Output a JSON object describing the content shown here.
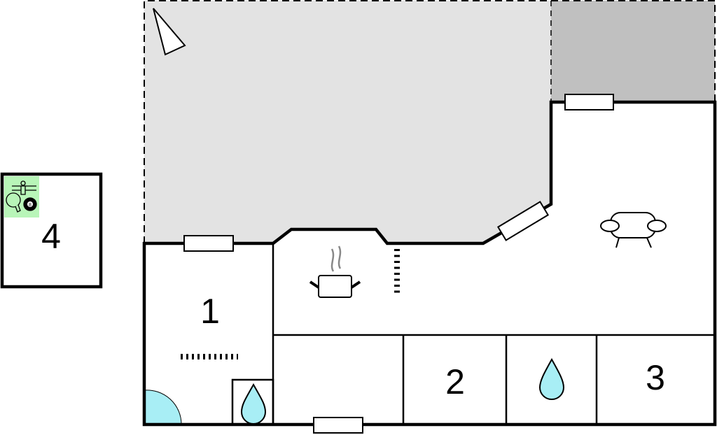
{
  "floorplan": {
    "rooms": [
      {
        "label": "1"
      },
      {
        "label": "2"
      },
      {
        "label": "3"
      },
      {
        "label": "4"
      }
    ],
    "ball_number": "8"
  },
  "colors": {
    "terrace": "#e3e3e3",
    "covered_terrace": "#c0c0c0",
    "water": "#a8eef5",
    "activity": "#b8f5b8",
    "wall": "#000000"
  }
}
